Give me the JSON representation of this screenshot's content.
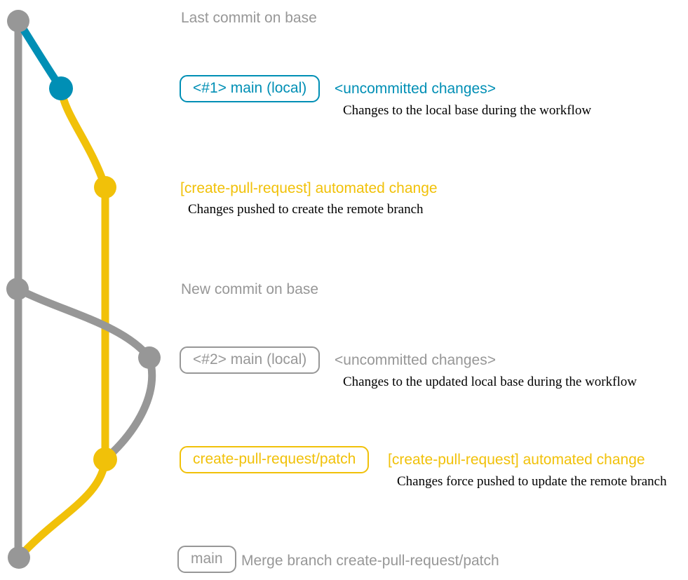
{
  "colors": {
    "base": "#979797",
    "local": "#008fb5",
    "remote": "#f1c109",
    "description_text": "#000000",
    "background": "#ffffff"
  },
  "graph": {
    "branches": [
      {
        "name": "base",
        "color": "#979797"
      },
      {
        "name": "main (local)",
        "color": "#008fb5"
      },
      {
        "name": "create-pull-request/patch",
        "color": "#f1c109"
      }
    ],
    "commits": [
      {
        "branch": "base",
        "label": "Last commit on base"
      },
      {
        "branch": "main (local)",
        "tag": "<#1> main (local)",
        "message": "<uncommitted changes>",
        "description": "Changes to the local base during the workflow"
      },
      {
        "branch": "create-pull-request/patch",
        "message": "[create-pull-request] automated change",
        "description": "Changes pushed to create the remote branch"
      },
      {
        "branch": "base",
        "label": "New commit on base"
      },
      {
        "branch": "main (local)",
        "tag": "<#2> main (local)",
        "message": "<uncommitted changes>",
        "description": "Changes to the updated local base during the workflow"
      },
      {
        "branch": "create-pull-request/patch",
        "tag": "create-pull-request/patch",
        "message": "[create-pull-request] automated change",
        "description": "Changes force pushed to update the remote branch"
      },
      {
        "branch": "base",
        "tag": "main",
        "message": "Merge branch create-pull-request/patch"
      }
    ]
  }
}
